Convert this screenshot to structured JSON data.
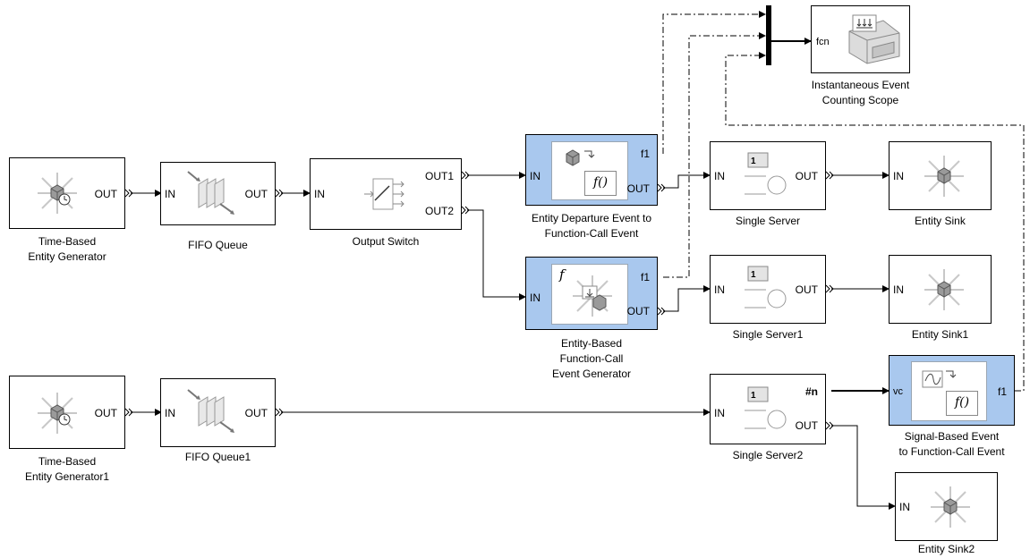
{
  "blocks": {
    "gen": {
      "caption": [
        "Time-Based",
        "Entity Generator"
      ],
      "out": "OUT"
    },
    "gen1": {
      "caption": [
        "Time-Based",
        "Entity Generator1"
      ],
      "out": "OUT"
    },
    "fifo": {
      "caption": [
        "FIFO Queue"
      ],
      "in": "IN",
      "out": "OUT"
    },
    "fifo1": {
      "caption": [
        "FIFO Queue1"
      ],
      "in": "IN",
      "out": "OUT"
    },
    "switch": {
      "caption": [
        "Output Switch"
      ],
      "in": "IN",
      "out1": "OUT1",
      "out2": "OUT2"
    },
    "departure": {
      "caption": [
        "Entity Departure Event to",
        "Function-Call Event"
      ],
      "in": "IN",
      "f1": "f1",
      "out": "OUT"
    },
    "entitygen": {
      "caption": [
        "Entity-Based",
        "Function-Call",
        "Event Generator"
      ],
      "in": "IN",
      "f1": "f1",
      "out": "OUT",
      "fsym": "f"
    },
    "server": {
      "caption": [
        "Single Server"
      ],
      "in": "IN",
      "out": "OUT",
      "badge": "1"
    },
    "server1": {
      "caption": [
        "Single Server1"
      ],
      "in": "IN",
      "out": "OUT",
      "badge": "1"
    },
    "server2": {
      "caption": [
        "Single Server2"
      ],
      "in": "IN",
      "out": "OUT",
      "badge": "1",
      "n": "#n"
    },
    "sink": {
      "caption": [
        "Entity Sink"
      ],
      "in": "IN"
    },
    "sink1": {
      "caption": [
        "Entity Sink1"
      ],
      "in": "IN"
    },
    "sink2": {
      "caption": [
        "Entity Sink2"
      ],
      "in": "IN"
    },
    "scope": {
      "caption": [
        "Instantaneous Event",
        "Counting Scope"
      ],
      "in": "fcn"
    },
    "signalevent": {
      "caption": [
        "Signal-Based Event",
        "to Function-Call Event"
      ],
      "in": "vc",
      "f1": "f1"
    }
  },
  "fcall_label": "f()",
  "colors": {
    "block_highlight": "#a9c8ee",
    "line": "#000000",
    "icon_gray": "#888888"
  },
  "icon_names": {
    "generator": "entity-generator-icon",
    "queue": "fifo-queue-icon",
    "switch": "output-switch-icon",
    "server": "single-server-icon",
    "sink": "entity-sink-icon",
    "scope": "event-counting-scope-icon",
    "fcall": "function-call-icon"
  }
}
